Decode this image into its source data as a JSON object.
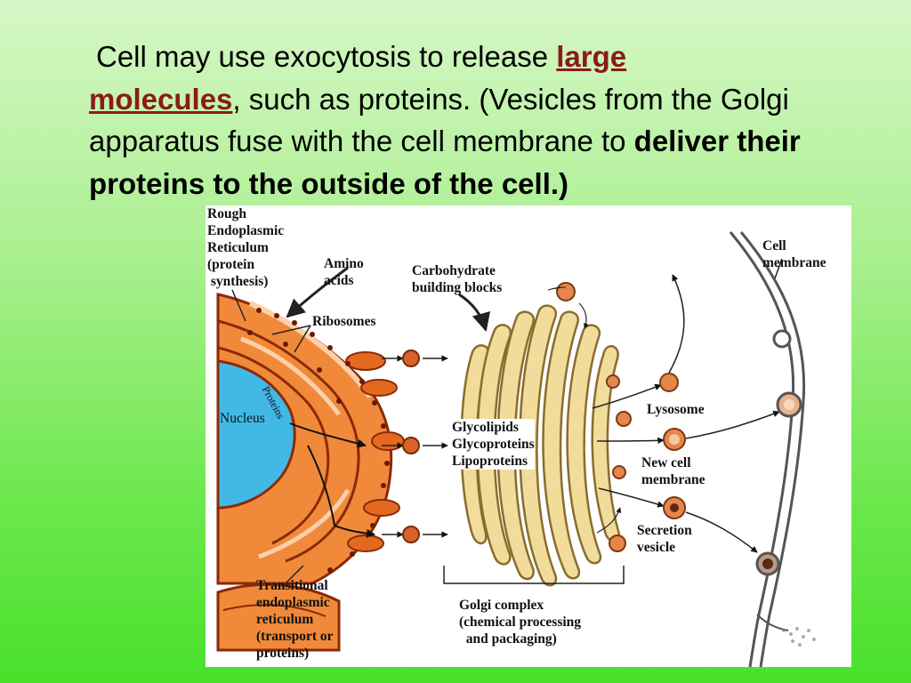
{
  "slide": {
    "paragraph": {
      "part1": "Cell may use exocytosis to release ",
      "highlight1": "large",
      "highlight2": "molecules",
      "part2": ", such as proteins.  (Vesicles from the Golgi apparatus fuse with the cell membrane to ",
      "bold": "deliver their proteins to the outside of the cell.)"
    }
  },
  "figure": {
    "labels": {
      "rough_er": "Rough\nEndoplasmic\nReticulum\n(protein\n synthesis)",
      "amino_acids": "Amino\nacids",
      "ribosomes": "Ribosomes",
      "carbohydrate": "Carbohydrate\nbuilding blocks",
      "cell_membrane": "Cell\nmembrane",
      "nucleus": "Nucleus",
      "proteins": "Proteins",
      "lysosome": "Lysosome",
      "glyco": "Glycolipids\nGlycoproteins\nLipoproteins",
      "new_cell_membrane": "New cell\nmembrane",
      "secretion_vesicle": "Secretion\nvesicle",
      "transitional_er": "Transitional\nendoplasmic\nreticulum\n(transport or\nproteins)",
      "golgi_complex": "Golgi complex\n(chemical processing\n  and packaging)"
    },
    "colors": {
      "er": "#e3691f",
      "er_dark": "#8a2a08",
      "nucleus": "#42b8e6",
      "golgi": "#f2dc9c",
      "golgi_edge": "#8a6d2e",
      "vesicle": "#d9622b",
      "membrane": "#555555"
    }
  }
}
